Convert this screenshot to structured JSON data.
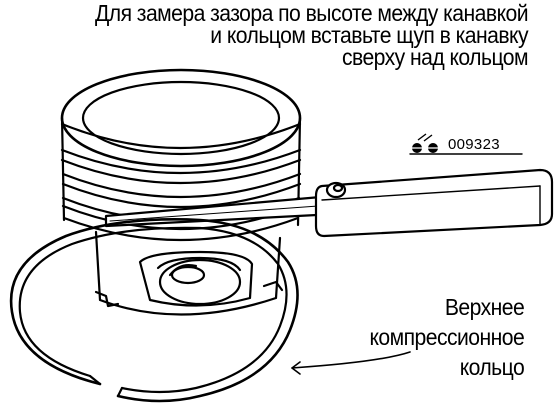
{
  "caption": {
    "line1": "Для замера зазора по высоте между канавкой",
    "line2": "и кольцом вставьте щуп в канавку",
    "line3": "сверху над кольцом"
  },
  "figure_code": "009323",
  "ring_label": {
    "line1": "Верхнее",
    "line2": "компрессионное",
    "line3": "кольцо"
  },
  "colors": {
    "ink": "#000000",
    "paper": "#ffffff"
  },
  "icons": [
    "wrench-icon"
  ]
}
